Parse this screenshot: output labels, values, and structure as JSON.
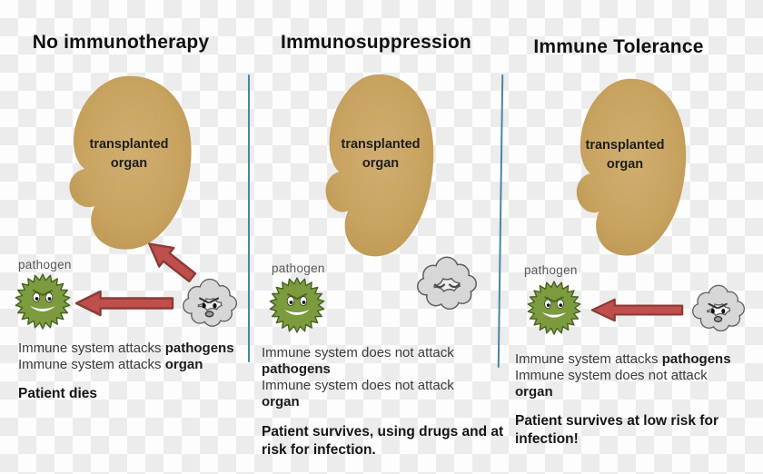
{
  "panels": [
    {
      "title": "No immunotherapy",
      "organ_label": {
        "line1": "transplanted",
        "line2": "organ"
      },
      "pathogen_label": "pathogen",
      "immune_cell_mood": "angry",
      "arrows": [
        "immune-attacks-organ",
        "immune-attacks-pathogen"
      ],
      "statements": [
        {
          "pre": "Immune system attacks ",
          "bold": "pathogens"
        },
        {
          "pre": "Immune system attacks ",
          "bold": "organ"
        }
      ],
      "outcome": [
        "Patient dies"
      ]
    },
    {
      "title": "Immunosuppression",
      "organ_label": {
        "line1": "transplanted",
        "line2": "organ"
      },
      "pathogen_label": "pathogen",
      "immune_cell_mood": "sedated",
      "arrows": [],
      "statements": [
        {
          "pre": "Immune system does not attack",
          "bold": ""
        },
        {
          "pre": "",
          "bold": "pathogens"
        },
        {
          "pre": "Immune system does not attack",
          "bold": ""
        },
        {
          "pre": "",
          "bold": "organ"
        }
      ],
      "outcome": [
        "Patient survives, using drugs and at",
        "risk for infection."
      ]
    },
    {
      "title": "Immune Tolerance",
      "organ_label": {
        "line1": "transplanted",
        "line2": "organ"
      },
      "pathogen_label": "pathogen",
      "immune_cell_mood": "angry",
      "arrows": [
        "immune-attacks-pathogen"
      ],
      "statements": [
        {
          "pre": "Immune system attacks ",
          "bold": "pathogens"
        },
        {
          "pre": "Immune system does not attack",
          "bold": ""
        },
        {
          "pre": "",
          "bold": "organ"
        }
      ],
      "outcome": [
        "Patient survives at low risk for",
        "infection!"
      ]
    }
  ],
  "icons": {
    "organ": "kidney-organ",
    "pathogen": "spiky-microbe-smiley",
    "immune_cell": "cloud-with-face",
    "arrow": "red-attack-arrow"
  },
  "colors": {
    "checker_light": "#fdfdfd",
    "checker_dark": "#ececec",
    "divider": "#4886a6",
    "arrow_fill": "#bf4f4c",
    "arrow_stroke": "#8c3a36",
    "organ_fill": "#d0a763",
    "pathogen_fill": "#7c9a3e",
    "pathogen_stroke": "#45621f",
    "cloud_fill": "#d7d7d7",
    "cloud_stroke": "#606060",
    "title_text": "#101010",
    "body_text": "#3c3c3c",
    "label_text": "#595959"
  }
}
